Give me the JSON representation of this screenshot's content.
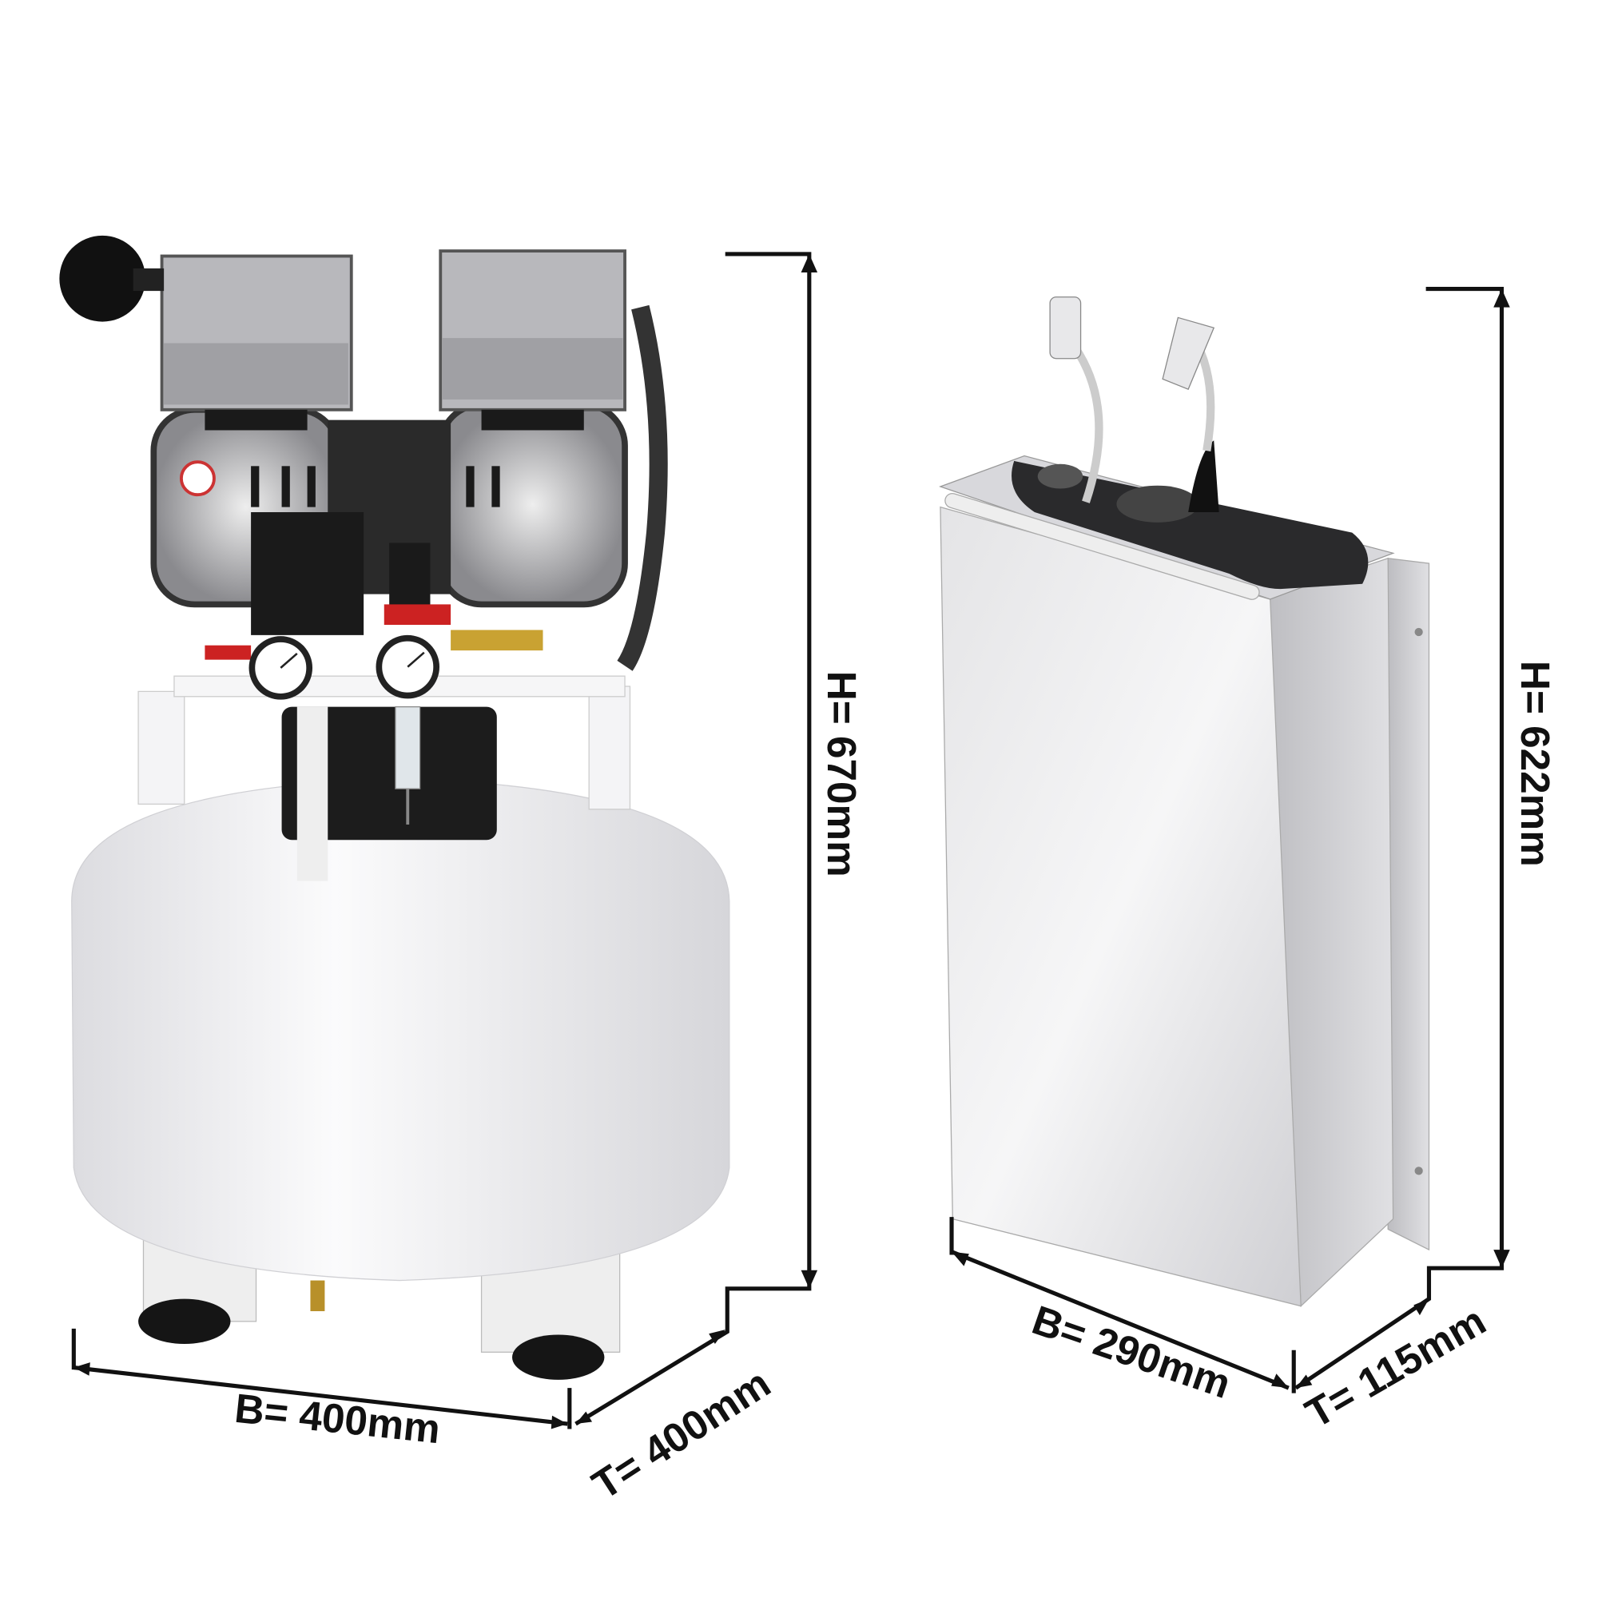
{
  "products": [
    {
      "name": "compressor",
      "dimensions": {
        "height": "H= 670mm",
        "width": "B= 400mm",
        "depth": "T= 400mm"
      }
    },
    {
      "name": "sink-unit",
      "dimensions": {
        "height": "H= 622mm",
        "width": "B= 290mm",
        "depth": "T= 115mm"
      }
    }
  ],
  "colors": {
    "line": "#111111",
    "tank": "#f2f2f4",
    "steel": "#c8c8cc"
  }
}
